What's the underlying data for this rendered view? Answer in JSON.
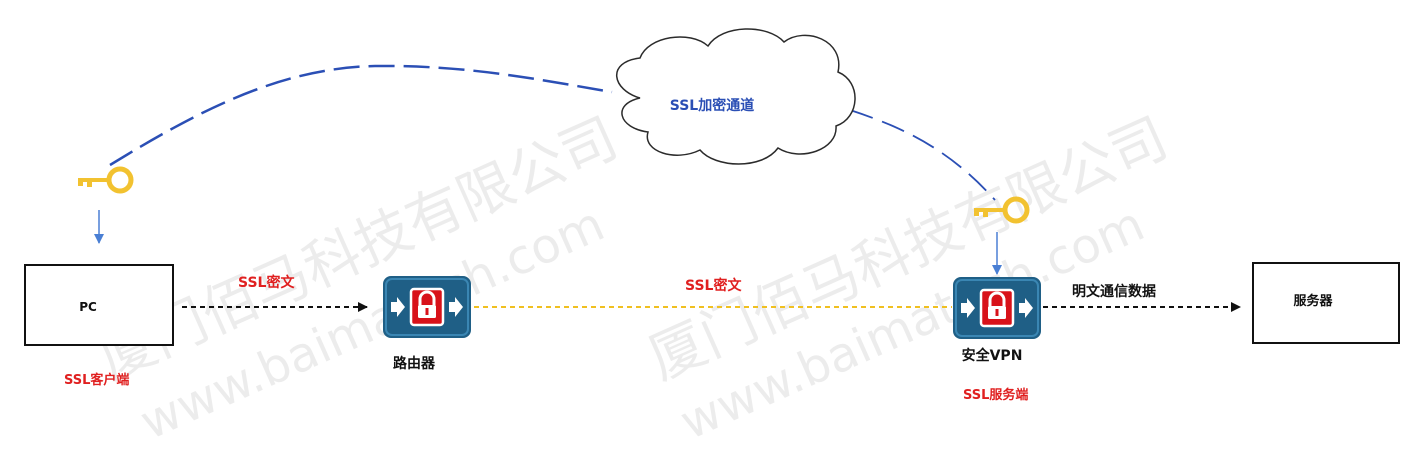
{
  "nodes": {
    "pc": "PC",
    "server": "服务器",
    "router": "路由器",
    "vpn": "安全VPN"
  },
  "labels": {
    "ssl_client": "SSL客户端",
    "ssl_server": "SSL服务端",
    "cipher_left": "SSL密文",
    "cipher_middle": "SSL密文",
    "plaintext": "明文通信数据",
    "tunnel": "SSL加密通道"
  },
  "watermark": {
    "company": "厦门佰马科技有限公司",
    "site": "www.baimatech.com"
  },
  "colors": {
    "tunnel_line": "#2b4fb5",
    "cipher_text": "#e02020",
    "plain_line": "#111111",
    "encrypted_line": "#f0c020",
    "key": "#f2c230",
    "arrow": "#4a7fd4",
    "device_body": "#1f5f86",
    "lock": "#d8121a"
  },
  "icons": [
    "key-icon",
    "router-lock-icon",
    "cloud-shape"
  ]
}
